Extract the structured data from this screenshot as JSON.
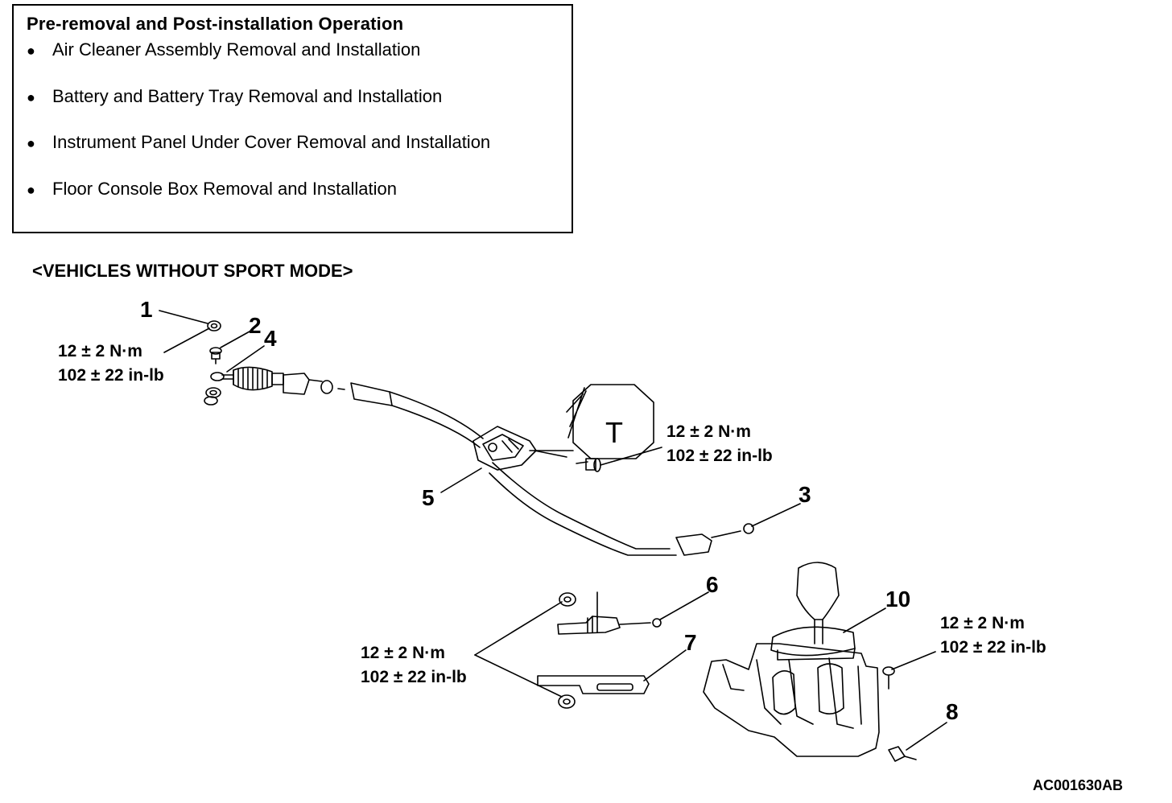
{
  "ops_box": {
    "title": "Pre-removal and Post-installation Operation",
    "items": [
      "Air Cleaner Assembly Removal and Installation",
      "Battery and Battery Tray Removal and Installation",
      "Instrument Panel Under Cover Removal and Installation",
      "Floor Console Box Removal and Installation"
    ]
  },
  "section_heading": "<VEHICLES WITHOUT SPORT MODE>",
  "callouts": [
    "1",
    "2",
    "3",
    "4",
    "5",
    "6",
    "7",
    "8",
    "10"
  ],
  "torque_specs": {
    "nm": "12 ± 2 N·m",
    "inlb": "102 ± 22 in-lb"
  },
  "bracket_letter": "T",
  "reference_code": "AC001630AB"
}
